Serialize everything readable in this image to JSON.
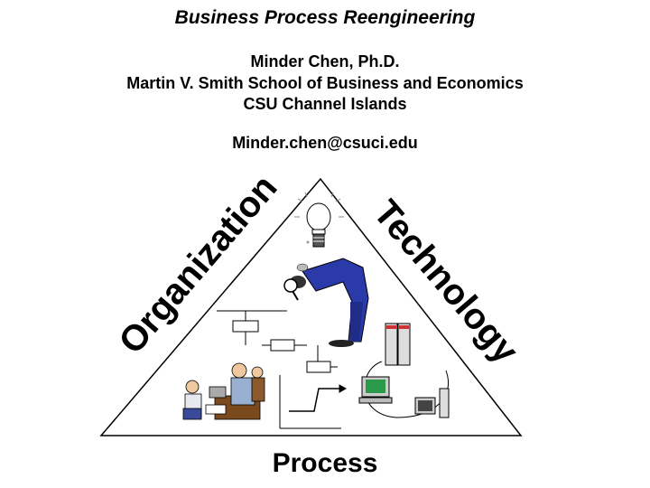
{
  "slide": {
    "title": "Business Process Reengineering",
    "author": "Minder Chen, Ph.D.",
    "school": "Martin V. Smith School of Business and Economics",
    "campus": "CSU Channel Islands",
    "email": "Minder.chen@csuci.edu"
  },
  "triangle": {
    "left_label": "Organization",
    "right_label": "Technology",
    "bottom_label": "Process"
  },
  "icons": [
    "lightbulb-icon",
    "person-with-magnifier-icon",
    "flowchart-icon",
    "process-chart-icon",
    "computer-network-icon",
    "meeting-people-icon"
  ]
}
